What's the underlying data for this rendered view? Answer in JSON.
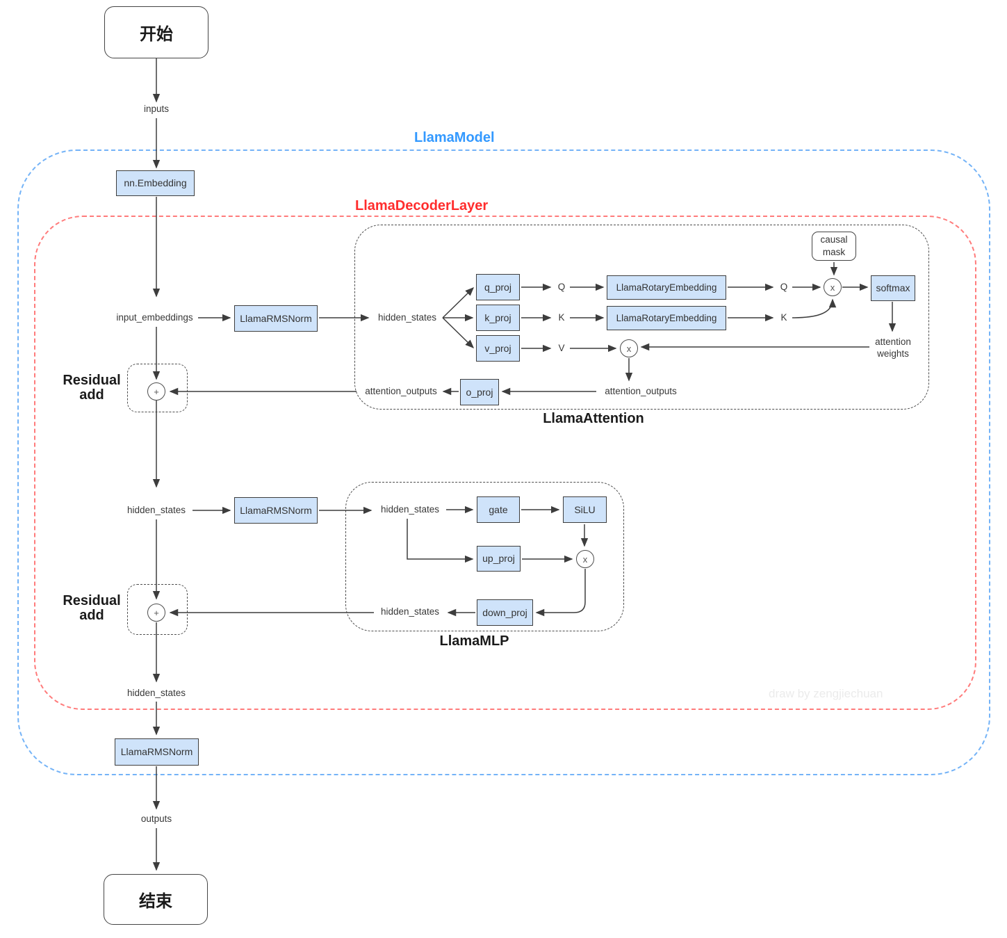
{
  "flow": {
    "start_label": "开始",
    "end_label": "结束",
    "inputs_label": "inputs",
    "outputs_label": "outputs",
    "input_embeddings_label": "input_embeddings",
    "hidden_states_label": "hidden_states",
    "attention_outputs_label": "attention_outputs",
    "embedding_box": "nn.Embedding",
    "rmsnorm_box": "LlamaRMSNorm",
    "rotary_box": "LlamaRotaryEmbedding",
    "q_proj": "q_proj",
    "k_proj": "k_proj",
    "v_proj": "v_proj",
    "o_proj": "o_proj",
    "q_label": "Q",
    "k_label": "K",
    "v_label": "V",
    "causal_mask": "causal mask",
    "softmax_box": "softmax",
    "attention_weights": "attention weights",
    "gate_box": "gate",
    "silu_box": "SiLU",
    "up_proj": "up_proj",
    "down_proj": "down_proj",
    "residual_line1": "Residual",
    "residual_line2": "add",
    "multiply_op": "x",
    "add_op": "+",
    "containers": {
      "model": "LlamaModel",
      "decoder": "LlamaDecoderLayer",
      "attention": "LlamaAttention",
      "mlp": "LlamaMLP"
    },
    "watermark": "draw by zengjiechuan",
    "colors": {
      "model_border": "#74b3f7",
      "model_label": "#3399ff",
      "decoder_border": "#ff7b7b",
      "decoder_label": "#ff2d2d",
      "node_fill": "#cfe3fa",
      "node_border": "#3d3d3d",
      "wire": "#3d3d3d"
    }
  }
}
